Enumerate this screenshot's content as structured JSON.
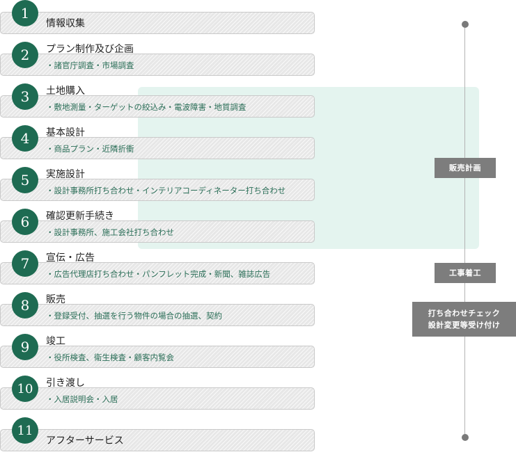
{
  "steps": [
    {
      "num": "1",
      "title": "情報収集",
      "desc": ""
    },
    {
      "num": "2",
      "title": "プラン制作及び企画",
      "desc": "・諸官庁調査・市場調査"
    },
    {
      "num": "3",
      "title": "土地購入",
      "desc": "・敷地測量・ターゲットの絞込み・電波障害・地質調査"
    },
    {
      "num": "4",
      "title": "基本設計",
      "desc": "・商品プラン・近隣折衝"
    },
    {
      "num": "5",
      "title": "実施設計",
      "desc": "・設計事務所打ち合わせ・インテリアコーディネーター打ち合わせ"
    },
    {
      "num": "6",
      "title": "確認更新手続き",
      "desc": "・設計事務所、施工会社打ち合わせ"
    },
    {
      "num": "7",
      "title": "宣伝・広告",
      "desc": "・広告代理店打ち合わせ・パンフレット完成・新聞、雑誌広告"
    },
    {
      "num": "8",
      "title": "販売",
      "desc": "・登録受付、抽選を行う物件の場合の抽選、契約"
    },
    {
      "num": "9",
      "title": "竣工",
      "desc": "・役所検査、衛生検査・顧客内覧会"
    },
    {
      "num": "10",
      "title": "引き渡し",
      "desc": "・入居説明会・入居"
    },
    {
      "num": "11",
      "title": "アフターサービス",
      "desc": ""
    }
  ],
  "tags": {
    "plan": "販売計画",
    "construction": "工事着工",
    "check_line1": "打ち合わせチェック",
    "check_line2": "設計変更等受け付け"
  },
  "colors": {
    "circle": "#1e6b52",
    "description": "#2a6e57",
    "highlight": "#e4f4ef",
    "tag": "#7d7d7d"
  }
}
